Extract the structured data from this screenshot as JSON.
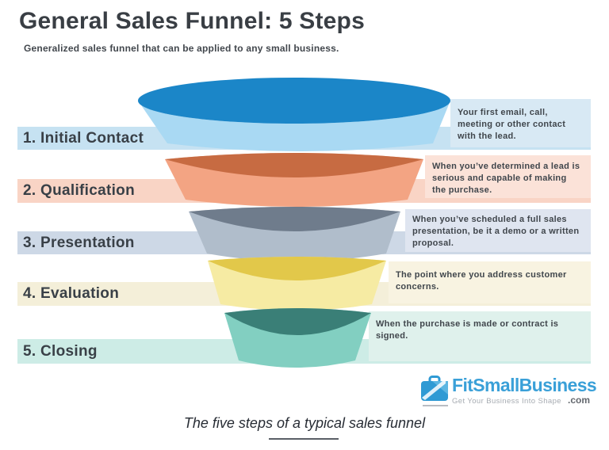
{
  "header": {
    "title": "General Sales Funnel: 5 Steps",
    "subtitle": "Generalized sales funnel that can be applied to any small business."
  },
  "steps": [
    {
      "label": "1. Initial Contact",
      "description": "Your first email, call, meeting or other contact with the lead.",
      "colors": {
        "funnel_top": "#1b86c8",
        "funnel_body": "#a9d9f3",
        "band": "#c6e2f2",
        "panel": "#d8e9f4"
      }
    },
    {
      "label": "2. Qualification",
      "description": "When you’ve determined a lead is serious and capable of making the purchase.",
      "colors": {
        "funnel_top": "#c76b42",
        "funnel_body": "#f3a483",
        "band": "#f9d4c5",
        "panel": "#fbe2d8"
      }
    },
    {
      "label": "3. Presentation",
      "description": "When you’ve scheduled a full sales presentation, be it a demo or a written proposal.",
      "colors": {
        "funnel_top": "#6f7c8c",
        "funnel_body": "#b0bdcb",
        "band": "#cdd8e6",
        "panel": "#dfe5f0"
      }
    },
    {
      "label": "4. Evaluation",
      "description": "The point where you address customer concerns.",
      "colors": {
        "funnel_top": "#e2c84a",
        "funnel_body": "#f6eba3",
        "band": "#f4efd9",
        "panel": "#f8f3e1"
      }
    },
    {
      "label": "5. Closing",
      "description": "When the purchase is made or contract is signed.",
      "colors": {
        "funnel_top": "#3a7f77",
        "funnel_body": "#82cfc1",
        "band": "#cdece6",
        "panel": "#dff1ec"
      }
    }
  ],
  "logo": {
    "brand": "FitSmallBusiness",
    "tld": ".com",
    "tagline": "Get Your Business Into Shape",
    "brand_color": "#3aa0d8"
  },
  "caption": {
    "text": "The five steps of a typical sales funnel"
  }
}
